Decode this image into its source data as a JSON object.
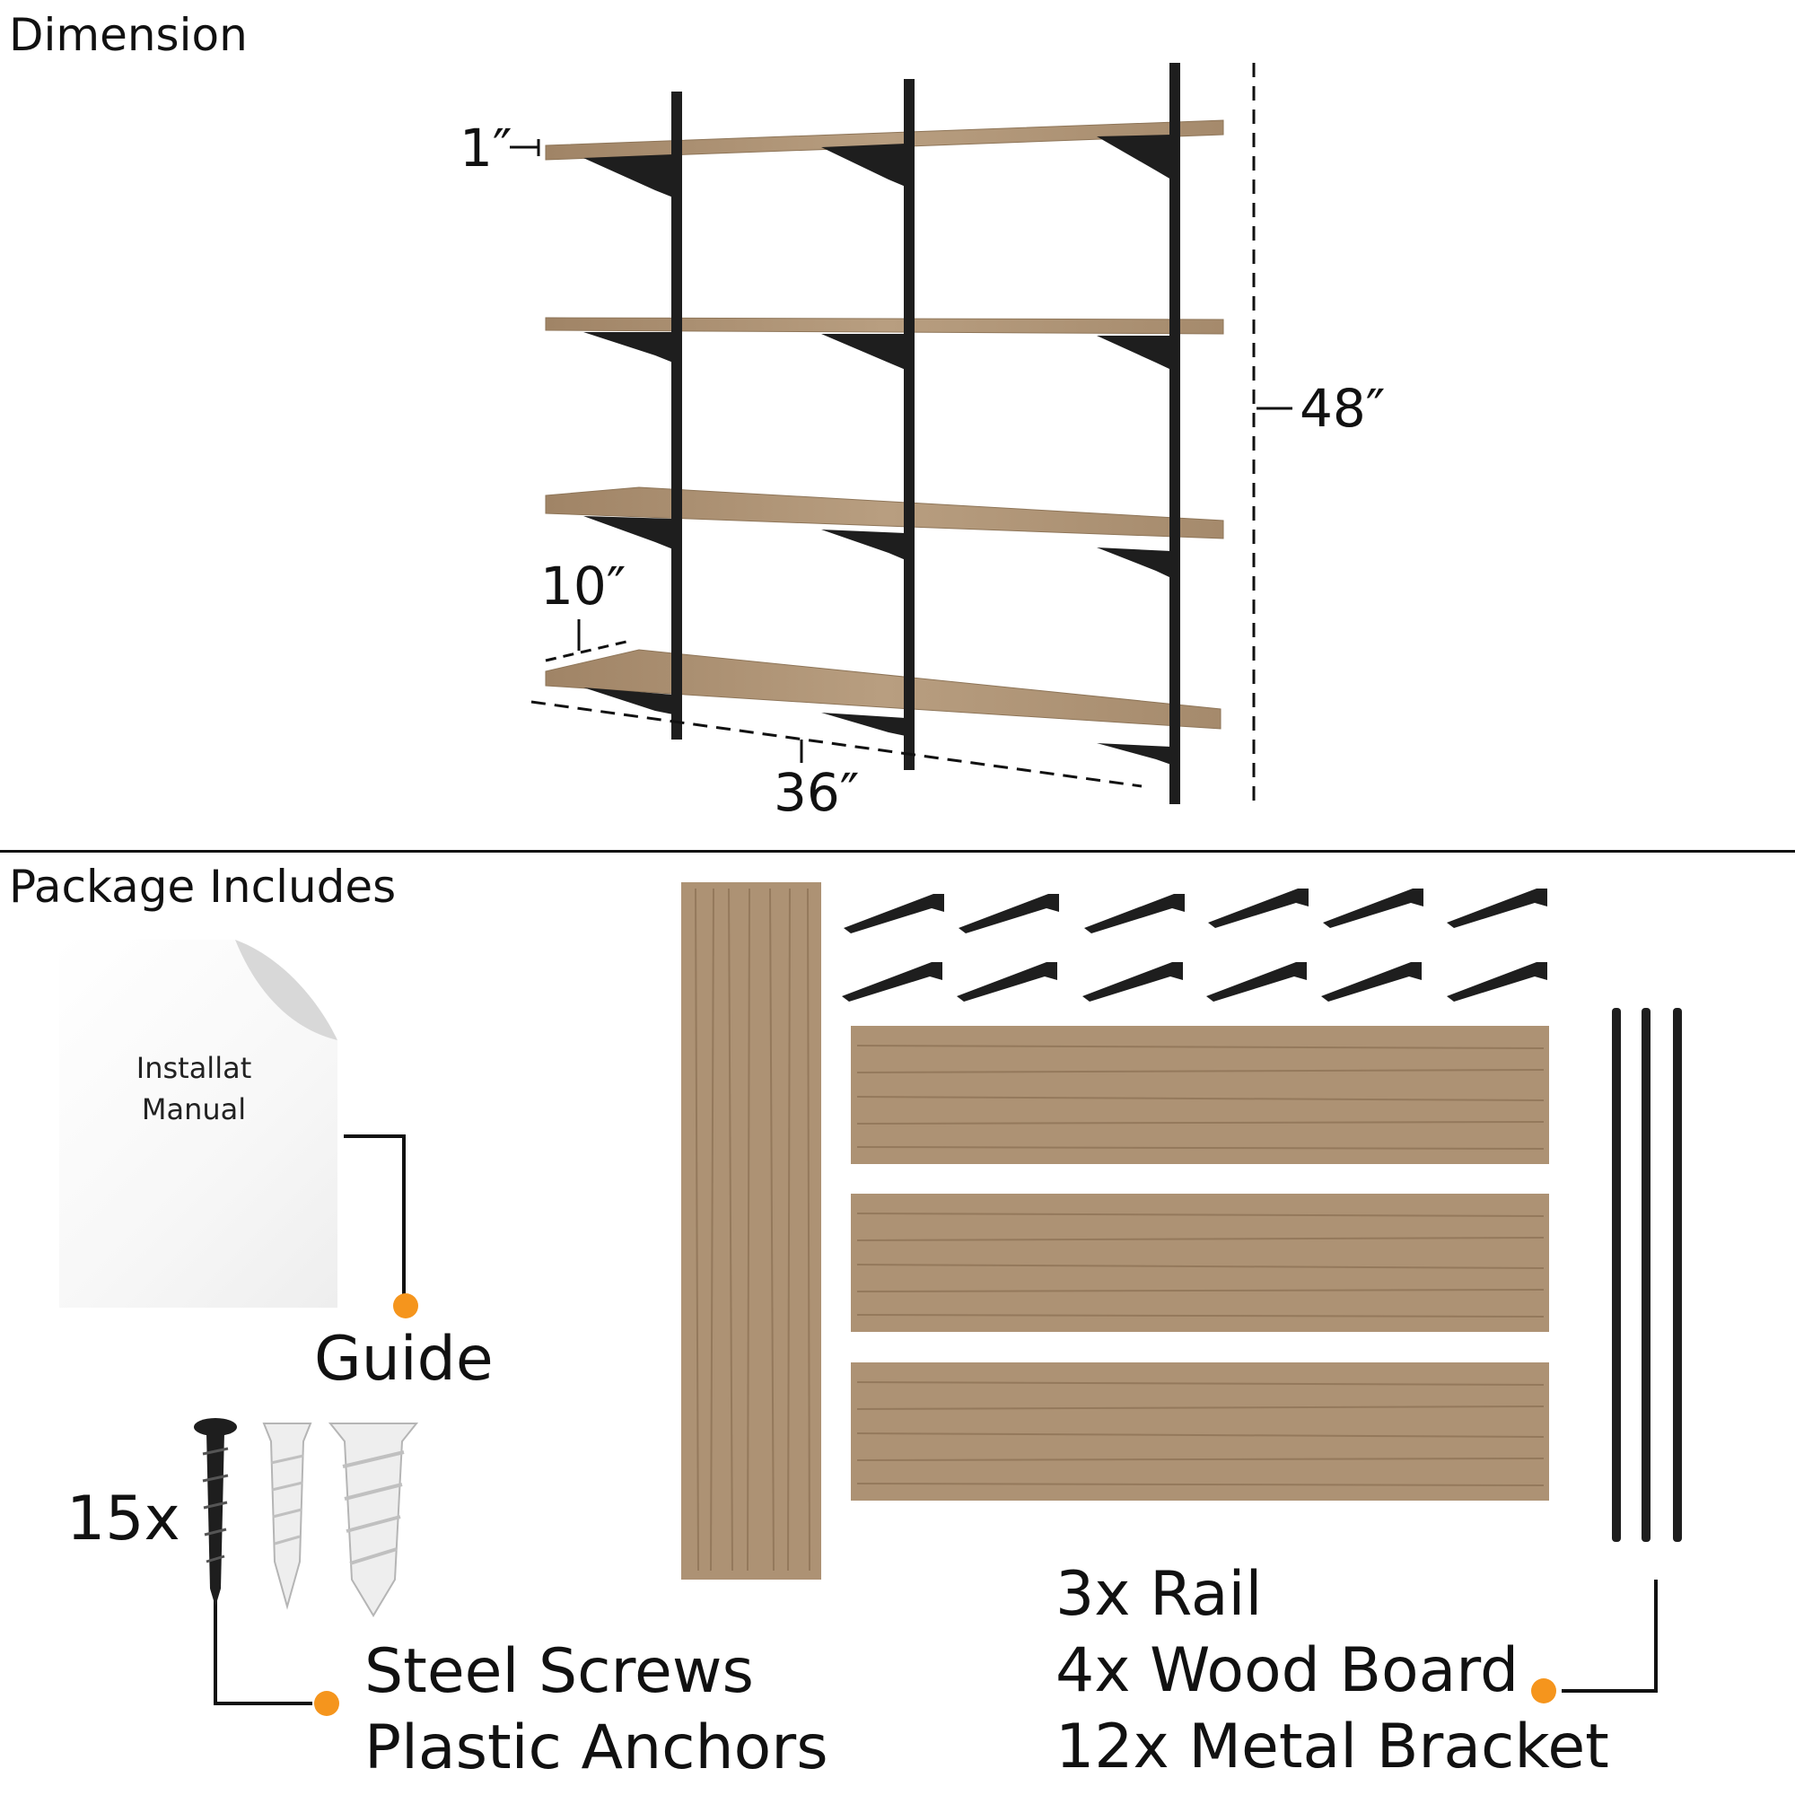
{
  "sections": {
    "dimension_title": "Dimension",
    "package_title": "Package Includes"
  },
  "dimensions": {
    "thickness": "1″",
    "height": "48″",
    "depth": "10″",
    "width": "36″"
  },
  "package": {
    "manual_text": [
      "Installat",
      "Manual"
    ],
    "guide_label": "Guide",
    "screws_count": "15x",
    "hardware_lines": [
      "Steel Screws",
      "Plastic Anchors"
    ],
    "parts_lines": [
      "3x Rail",
      "4x Wood Board",
      "12x Metal Bracket"
    ]
  },
  "colors": {
    "wood": "#b39a7c",
    "wood_dark": "#8e7558",
    "metal": "#1e1e1e",
    "callout_dot": "#f5951d"
  }
}
